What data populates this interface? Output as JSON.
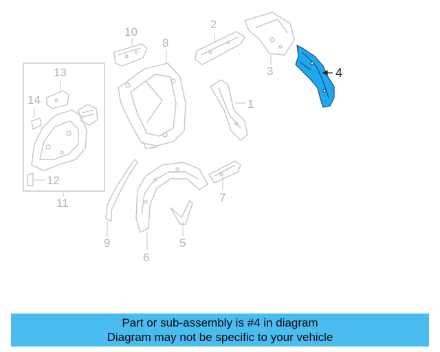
{
  "diagram": {
    "highlighted_part": "4",
    "callouts": {
      "p1": "1",
      "p2": "2",
      "p3": "3",
      "p4": "4",
      "p5": "5",
      "p6": "6",
      "p7": "7",
      "p8": "8",
      "p9": "9",
      "p10": "10",
      "p11": "11",
      "p12": "12",
      "p13": "13",
      "p14": "14"
    },
    "colors": {
      "highlight": "#1fa8ee",
      "outline": "#bdbdbd",
      "banner": "#4bbcf0"
    }
  },
  "banner": {
    "line1": "Part or sub-assembly is #4 in diagram",
    "line2": "Diagram may not be specific to your vehicle"
  }
}
